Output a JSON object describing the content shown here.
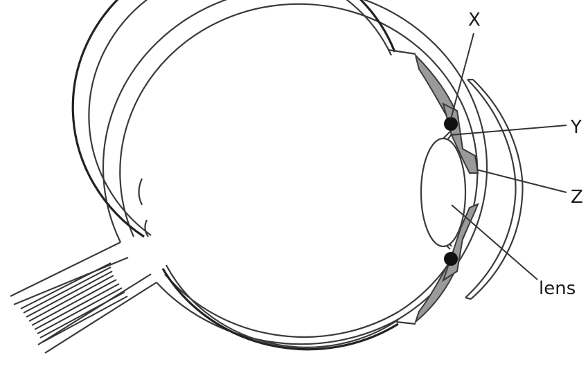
{
  "labels": {
    "x": "X",
    "y": "Y",
    "z": "Z",
    "lens": "lens"
  },
  "colors": {
    "line": "#3a3a3a",
    "tissue_grey": "#9a9a9a",
    "background": "#ffffff"
  }
}
